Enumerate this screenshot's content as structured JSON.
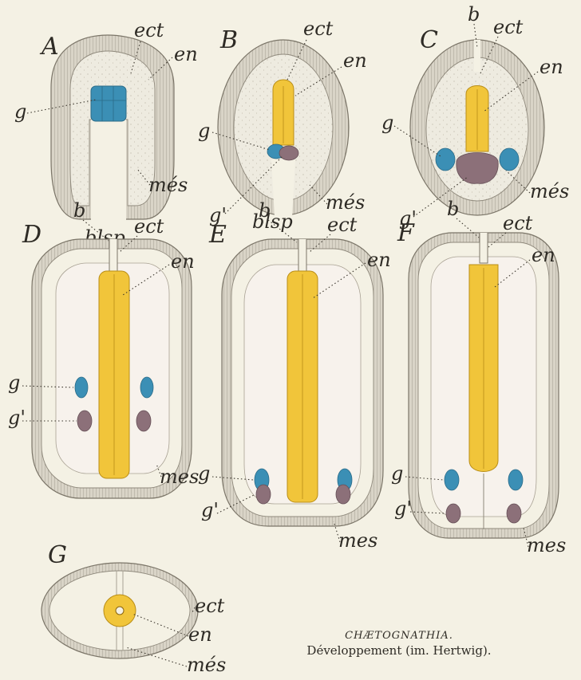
{
  "figures": [
    {
      "id": "A",
      "letter": "A",
      "labels": {
        "ect": "ect",
        "en": "en",
        "g": "g",
        "mes": "més",
        "blsp": "blsp"
      }
    },
    {
      "id": "B",
      "letter": "B",
      "labels": {
        "ect": "ect",
        "en": "en",
        "g": "g",
        "g2": "g'",
        "mes": "més",
        "blsp": "blsp"
      }
    },
    {
      "id": "C",
      "letter": "C",
      "labels": {
        "b": "b",
        "ect": "ect",
        "en": "en",
        "g": "g",
        "g2": "g'",
        "mes": "més"
      }
    },
    {
      "id": "D",
      "letter": "D",
      "labels": {
        "b": "b",
        "ect": "ect",
        "en": "en",
        "g": "g",
        "g2": "g'",
        "mes": "mes"
      }
    },
    {
      "id": "E",
      "letter": "E",
      "labels": {
        "b": "b",
        "ect": "ect",
        "en": "en",
        "g": "g",
        "g2": "g'",
        "mes": "mes"
      }
    },
    {
      "id": "F",
      "letter": "F",
      "labels": {
        "b": "b",
        "ect": "ect",
        "en": "en",
        "g": "g",
        "g2": "g'",
        "mes": "mes"
      }
    },
    {
      "id": "G",
      "letter": "G",
      "labels": {
        "ect": "ect",
        "en": "en",
        "mes": "més"
      }
    }
  ],
  "caption": {
    "title": "CHÆTOGNATHIA.",
    "subtitle": "Développement (im. Hertwig)."
  },
  "colors": {
    "background": "#f4f1e4",
    "ectoderm": "#d6d1c4",
    "endoderm": "#f1c53a",
    "germ_cell_blue": "#3b8fb5",
    "germ_cell_mauve": "#8c7079"
  }
}
